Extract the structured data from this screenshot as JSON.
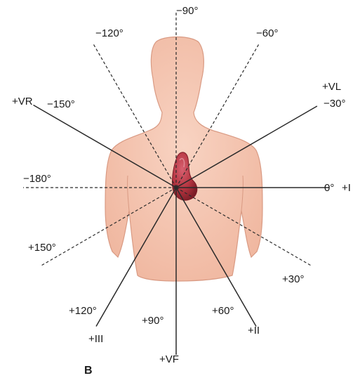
{
  "figure_label": "B",
  "angle_labels": {
    "neg90": "−90°",
    "neg120": "−120°",
    "neg60": "−60°",
    "neg150": "−150°",
    "neg30": "−30°",
    "neg180": "−180°",
    "zero": "0°",
    "pos150": "+150°",
    "pos30": "+30°",
    "pos120": "+120°",
    "pos90": "+90°",
    "pos60": "+60°"
  },
  "lead_labels": {
    "avr": "+VR",
    "avl": "+VL",
    "lead_i": "+I",
    "lead_iii": "+III",
    "avf": "+VF",
    "lead_ii": "+II"
  },
  "colors": {
    "body_fill": "#f6c8b4",
    "body_outline": "#d99a83",
    "heart_fill": "#b3343f",
    "heart_dark": "#7c1d27",
    "axis_line": "#2a2a2a"
  }
}
